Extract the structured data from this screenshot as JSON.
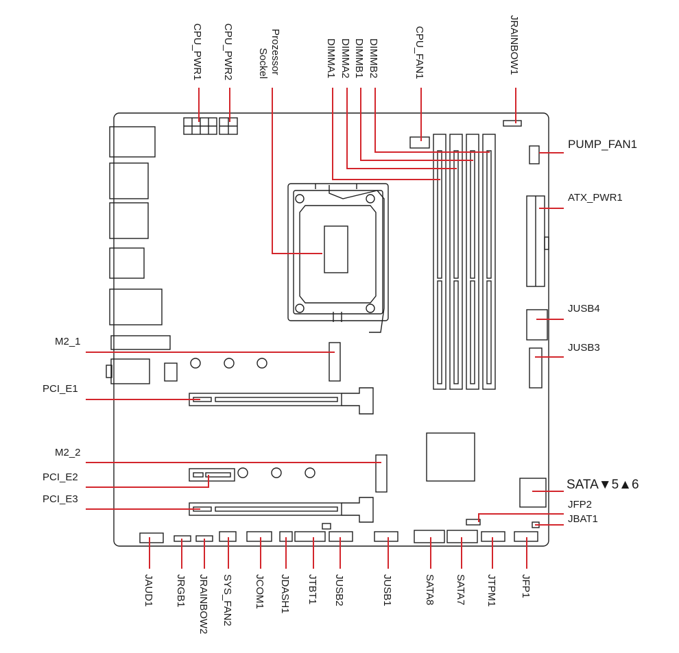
{
  "labels": {
    "cpu_pwr1": "CPU_PWR1",
    "cpu_pwr2": "CPU_PWR2",
    "socket_line1": "Prozessor",
    "socket_line2": "Sockel",
    "dimma1": "DIMMA1",
    "dimma2": "DIMMA2",
    "dimmb1": "DIMMB1",
    "dimmb2": "DIMMB2",
    "cpu_fan1": "CPU_FAN1",
    "jrainbow1": "JRAINBOW1",
    "pump_fan1": "PUMP_FAN1",
    "atx_pwr1": "ATX_PWR1",
    "jusb4": "JUSB4",
    "jusb3": "JUSB3",
    "sata56": "SATA▼5▲6",
    "jfp2": "JFP2",
    "jbat1": "JBAT1",
    "m2_1": "M2_1",
    "pci_e1": "PCI_E1",
    "m2_2": "M2_2",
    "pci_e2": "PCI_E2",
    "pci_e3": "PCI_E3",
    "jaud1": "JAUD1",
    "jrgb1": "JRGB1",
    "jrainbow2": "JRAINBOW2",
    "sys_fan2": "SYS_FAN2",
    "jcom1": "JCOM1",
    "jdash1": "JDASH1",
    "jtbt1": "JTBT1",
    "jusb2": "JUSB2",
    "jusb1": "JUSB1",
    "sata8": "SATA8",
    "sata7": "SATA7",
    "jtpm1": "JTPM1",
    "jfp1": "JFP1"
  },
  "colors": {
    "leader": "#d3262c",
    "outline": "#1f1f1f",
    "text": "#1a1a1a"
  }
}
